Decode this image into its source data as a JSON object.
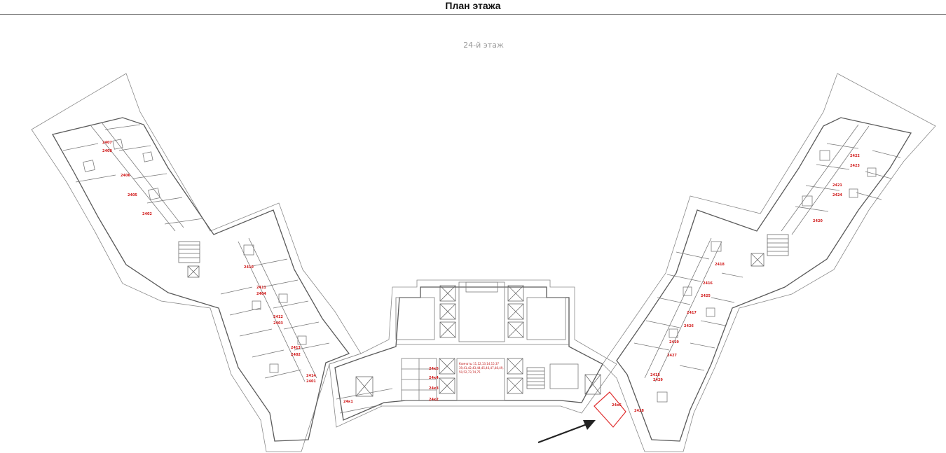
{
  "header": {
    "title": "План этажа"
  },
  "floor_label": "24-й этаж",
  "note": {
    "line1": "Комнаты 11,12,13,14,15,37",
    "line2": "39,41,42,43,44,45,46,47,48,49,",
    "line3": "50,52,73,74,75"
  },
  "units_left": [
    {
      "id": "2401"
    },
    {
      "id": "2408"
    },
    {
      "id": "2405"
    },
    {
      "id": "2402"
    },
    {
      "id": "2403"
    },
    {
      "id": "2404"
    },
    {
      "id": "2410"
    },
    {
      "id": "2411"
    },
    {
      "id": "2412"
    },
    {
      "id": "2413"
    },
    {
      "id": "2414"
    },
    {
      "id": "2406"
    },
    {
      "id": "2407"
    }
  ],
  "units_center": [
    {
      "id": "24к6"
    },
    {
      "id": "24к4"
    },
    {
      "id": "24к3"
    },
    {
      "id": "24к2"
    },
    {
      "id": "24к1"
    },
    {
      "id": "24к5"
    }
  ],
  "units_right": [
    {
      "id": "2422"
    },
    {
      "id": "2423"
    },
    {
      "id": "2421"
    },
    {
      "id": "2424"
    },
    {
      "id": "2420"
    },
    {
      "id": "2418"
    },
    {
      "id": "2416"
    },
    {
      "id": "2425"
    },
    {
      "id": "2417"
    },
    {
      "id": "2426"
    },
    {
      "id": "2419"
    },
    {
      "id": "2427"
    },
    {
      "id": "2428"
    },
    {
      "id": "2429"
    },
    {
      "id": "2415"
    }
  ],
  "highlight_unit": {
    "id": "24к6"
  },
  "colors": {
    "label_red": "#d01818",
    "wall": "#5a5a5a",
    "highlight": "#e03030",
    "arrow": "#222222"
  }
}
